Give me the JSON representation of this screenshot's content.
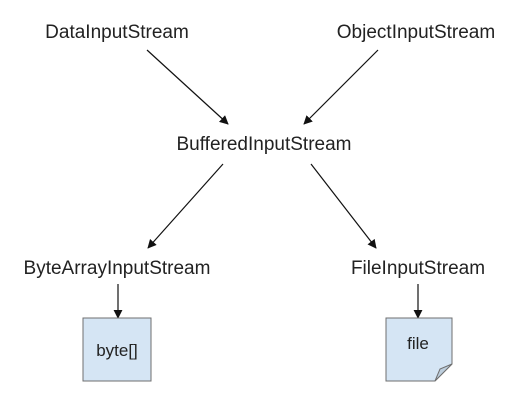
{
  "nodes": {
    "data_input_stream": "DataInputStream",
    "object_input_stream": "ObjectInputStream",
    "buffered_input_stream": "BufferedInputStream",
    "byte_array_input_stream": "ByteArrayInputStream",
    "file_input_stream": "FileInputStream"
  },
  "sources": {
    "byte_array": "byte[]",
    "file": "file"
  },
  "colors": {
    "source_fill": "#d5e5f4",
    "source_border": "#6f6f6f",
    "arrow": "#111111",
    "text": "#222222"
  }
}
